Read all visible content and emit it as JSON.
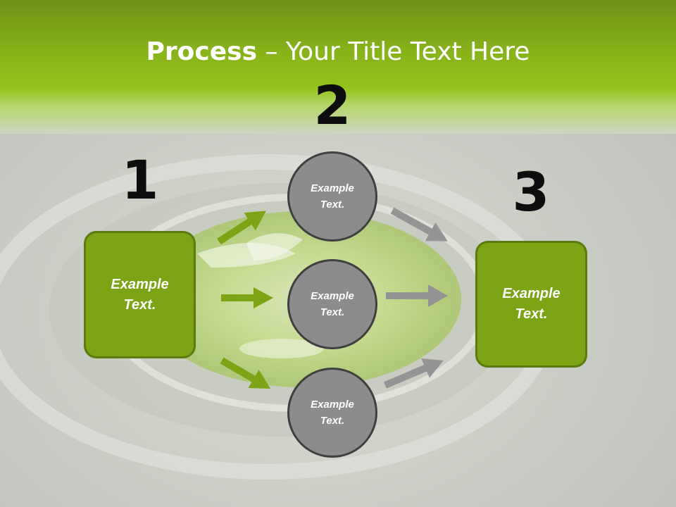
{
  "title": {
    "bold": "Process",
    "rest": " – Your Title Text Here"
  },
  "steps": [
    {
      "number": "1",
      "label_line1": "Example",
      "label_line2": "Text."
    },
    {
      "number": "2",
      "items": [
        {
          "label_line1": "Example",
          "label_line2": "Text."
        },
        {
          "label_line1": "Example",
          "label_line2": "Text."
        },
        {
          "label_line1": "Example",
          "label_line2": "Text."
        }
      ]
    },
    {
      "number": "3",
      "label_line1": "Example",
      "label_line2": "Text."
    }
  ],
  "colors": {
    "accent_green": "#7da415",
    "green_border": "#5b7a10",
    "circle_fill": "#8c8c8c",
    "circle_border": "#3f3f3f",
    "green_arrow": "#7da415",
    "gray_arrow": "#949494"
  }
}
